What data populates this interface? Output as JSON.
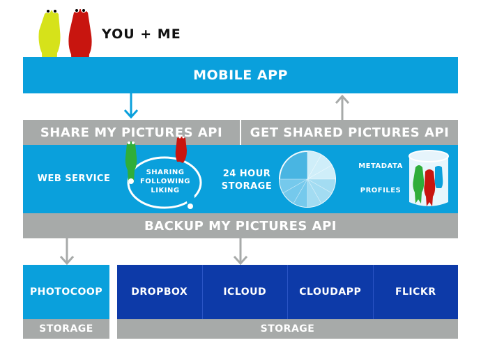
{
  "header": {
    "title": "YOU + ME"
  },
  "mobile_app": {
    "label": "MOBILE APP"
  },
  "api_bar": {
    "share_label": "SHARE MY PICTURES API",
    "get_label": "GET SHARED PICTURES API"
  },
  "service": {
    "web_service_label": "WEB SERVICE",
    "cycle_lines": [
      "SHARING",
      "FOLLOWING",
      "LIKING"
    ],
    "storage_label_line1": "24 HOUR",
    "storage_label_line2": "STORAGE",
    "metadata_label": "METADATA",
    "profiles_label": "PROFILES"
  },
  "backup": {
    "label": "BACKUP MY PICTURES API"
  },
  "providers": {
    "local": {
      "name": "PHOTOCOOP",
      "storage_label": "STORAGE"
    },
    "cloud": {
      "items": [
        "DROPBOX",
        "ICLOUD",
        "CLOUDAPP",
        "FLICKR"
      ],
      "storage_label": "STORAGE"
    }
  },
  "colors": {
    "blue": "#0aa0dc",
    "navy": "#0d3aa8",
    "grey": "#a7aaa9",
    "yellow_figure": "#d6e21a",
    "red_figure": "#c8150f",
    "green_figure": "#2fae3a"
  }
}
